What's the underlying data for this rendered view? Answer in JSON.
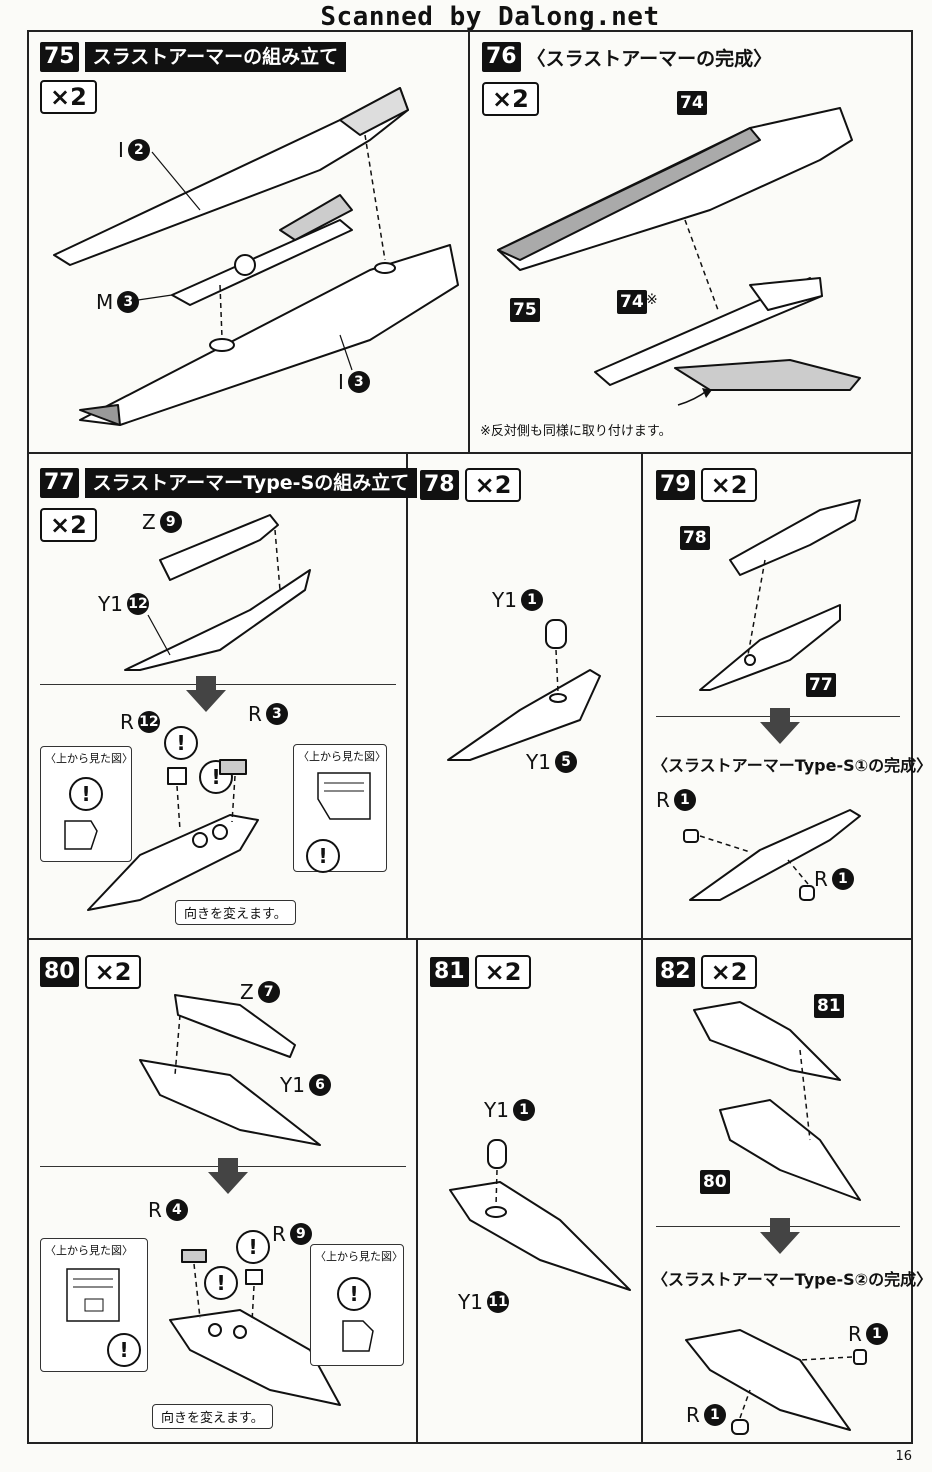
{
  "header": {
    "scan_credit": "Scanned by Dalong.net"
  },
  "page_number": "16",
  "steps": {
    "s75": {
      "num": "75",
      "title": "スラストアーマーの組み立て",
      "qty": "×2",
      "labels": {
        "a": "I",
        "a_n": "2",
        "b": "M",
        "b_n": "3",
        "c": "I",
        "c_n": "3"
      }
    },
    "s76": {
      "num": "76",
      "title": "〈スラストアーマーの完成〉",
      "qty": "×2",
      "tags": {
        "t74a": "74",
        "t75": "75",
        "t74b": "74"
      },
      "asterisk": "※",
      "note": "※反対側も同様に取り付けます。"
    },
    "s77": {
      "num": "77",
      "title": "スラストアーマーType-Sの組み立て",
      "qty": "×2",
      "labels": {
        "z": "Z",
        "z_n": "9",
        "y": "Y1",
        "y_n": "12",
        "r1": "R",
        "r1_n": "12",
        "r2": "R",
        "r2_n": "3"
      },
      "view_left": "〈上から見た図〉",
      "view_right": "〈上から見た図〉",
      "caption": "向きを変えます。"
    },
    "s78": {
      "num": "78",
      "qty": "×2",
      "labels": {
        "a": "Y1",
        "a_n": "1",
        "b": "Y1",
        "b_n": "5"
      }
    },
    "s79": {
      "num": "79",
      "qty": "×2",
      "tags": {
        "t78": "78",
        "t77": "77"
      },
      "subtitle": "〈スラストアーマーType-S①の完成〉",
      "labels": {
        "r1": "R",
        "r1_n": "1",
        "r2": "R",
        "r2_n": "1"
      }
    },
    "s80": {
      "num": "80",
      "qty": "×2",
      "labels": {
        "z": "Z",
        "z_n": "7",
        "y": "Y1",
        "y_n": "6",
        "r1": "R",
        "r1_n": "4",
        "r2": "R",
        "r2_n": "9"
      },
      "view_left": "〈上から見た図〉",
      "view_right": "〈上から見た図〉",
      "caption": "向きを変えます。"
    },
    "s81": {
      "num": "81",
      "qty": "×2",
      "labels": {
        "a": "Y1",
        "a_n": "1",
        "b": "Y1",
        "b_n": "11"
      }
    },
    "s82": {
      "num": "82",
      "qty": "×2",
      "tags": {
        "t81": "81",
        "t80": "80"
      },
      "subtitle": "〈スラストアーマーType-S②の完成〉",
      "labels": {
        "r1": "R",
        "r1_n": "1",
        "r2": "R",
        "r2_n": "1"
      }
    }
  },
  "symbols": {
    "warning": "!"
  }
}
